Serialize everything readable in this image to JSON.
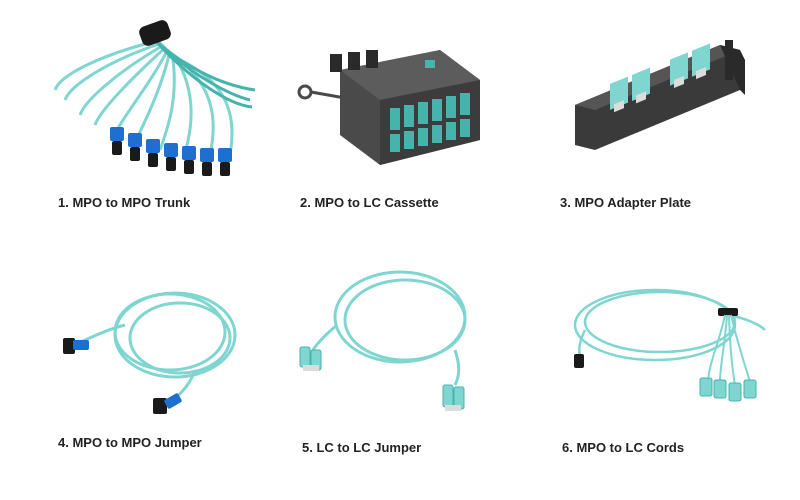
{
  "colors": {
    "aqua_cable": "#7fd6d0",
    "aqua_dark": "#47b3ad",
    "connector_blue": "#1f6fd1",
    "connector_black": "#1a1a1a",
    "housing_gray": "#4a4a4a",
    "caption_text": "#222222"
  },
  "products": [
    {
      "caption": "1. MPO to MPO Trunk",
      "image": "mpo-trunk-cable"
    },
    {
      "caption": "2. MPO to LC Cassette",
      "image": "mpo-lc-cassette"
    },
    {
      "caption": "3. MPO Adapter Plate",
      "image": "mpo-adapter-plate"
    },
    {
      "caption": "4. MPO to MPO Jumper",
      "image": "mpo-jumper-cable"
    },
    {
      "caption": "5. LC to LC Jumper",
      "image": "lc-jumper-cable"
    },
    {
      "caption": "6. MPO to LC Cords",
      "image": "mpo-lc-breakout-cord"
    }
  ]
}
